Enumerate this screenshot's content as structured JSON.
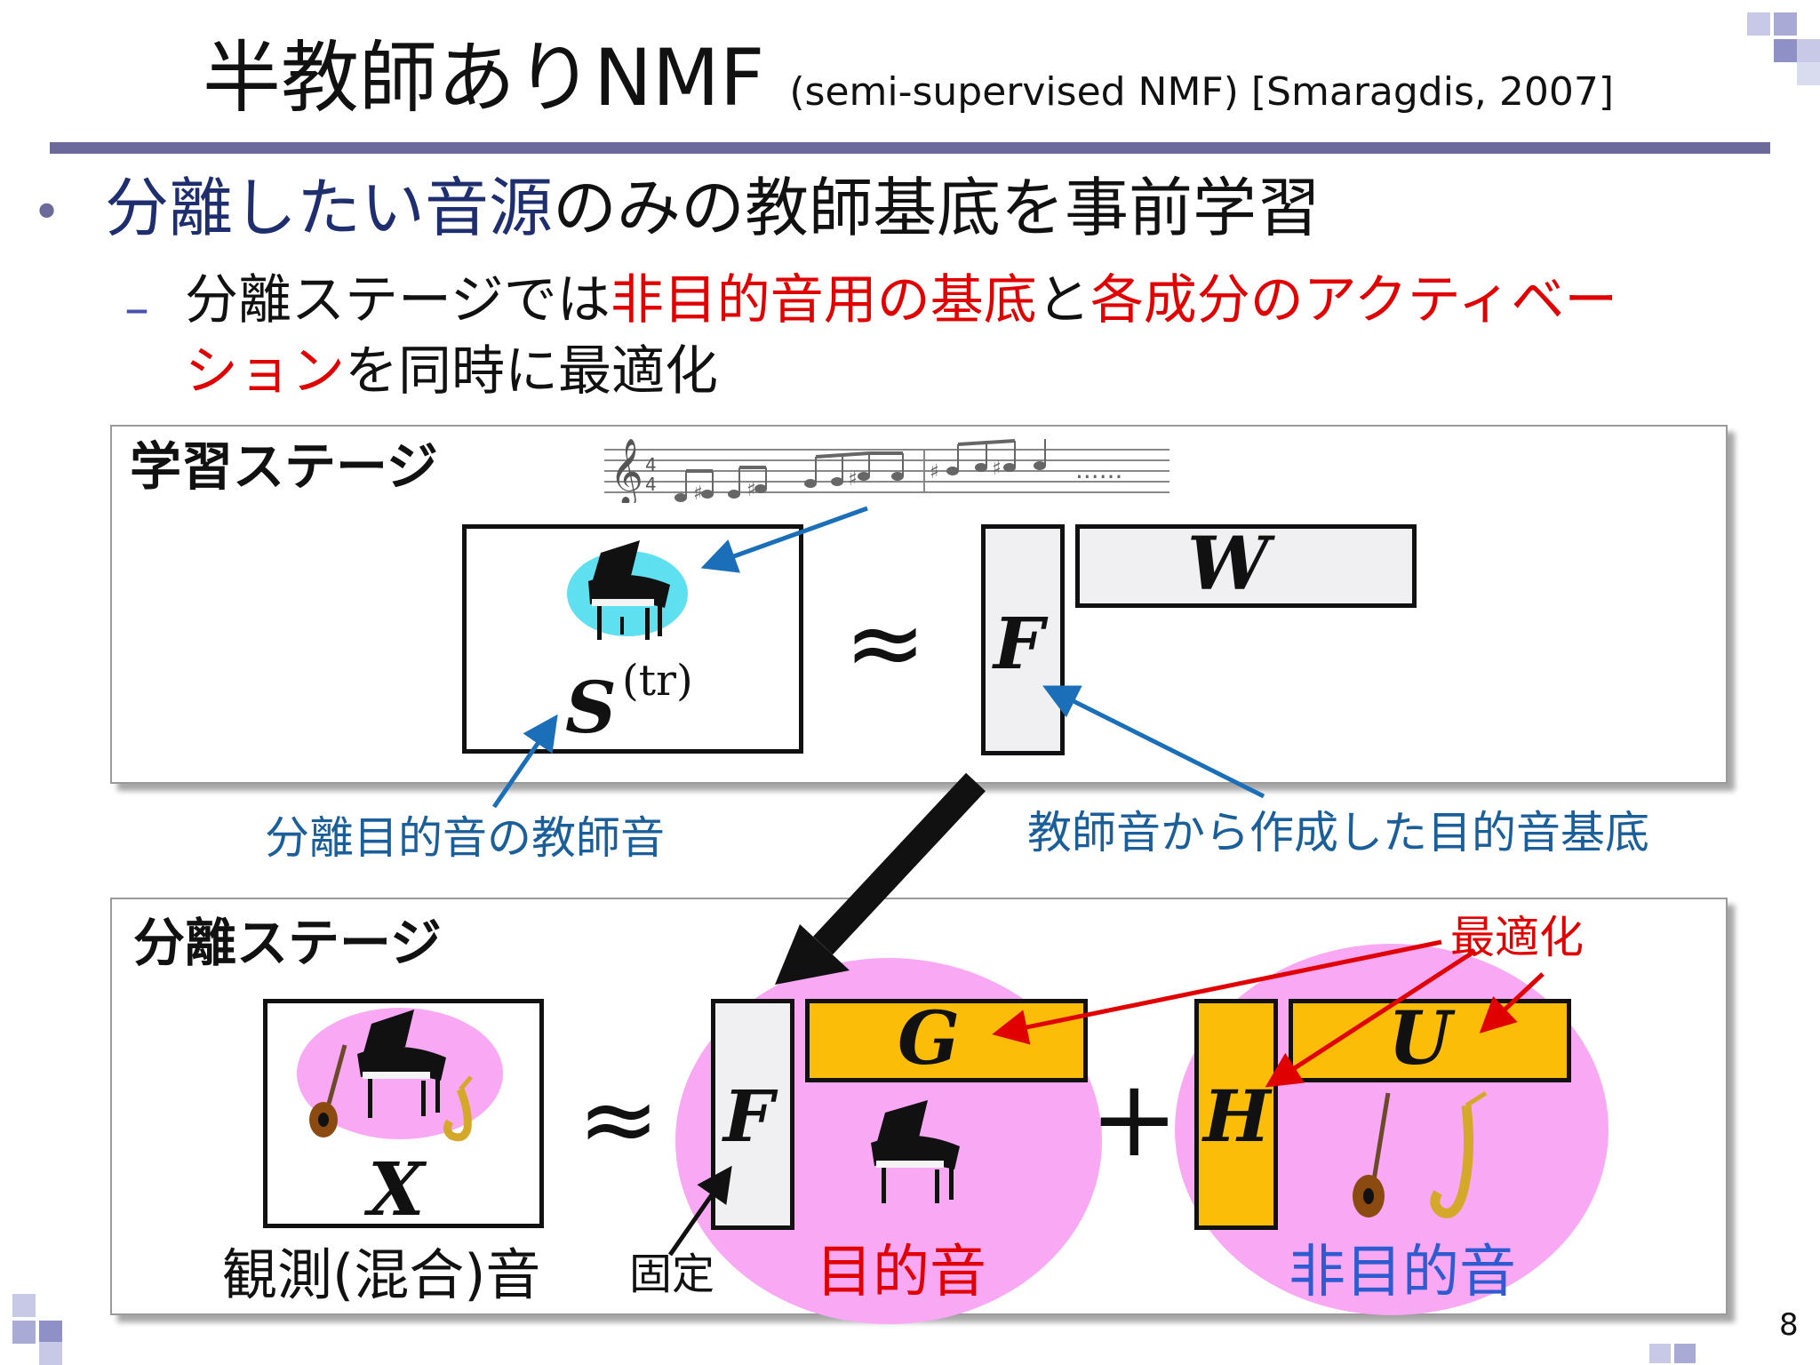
{
  "title": {
    "main": "半教師ありNMF",
    "sub": "(semi-supervised NMF) [Smaragdis, 2007]"
  },
  "bullet": {
    "part1": "分離したい音源",
    "part2": "のみの教師基底を事前学習"
  },
  "subbullet": {
    "dash": "–",
    "line1_a": "分離ステージでは",
    "line1_b": "非目的音用の基底",
    "line1_c": "と",
    "line1_d": "各成分のアクティベー",
    "line2_a": "ション",
    "line2_b": "を同時に最適化"
  },
  "learning_stage": {
    "label": "学習ステージ",
    "dots": "......",
    "S_symbol": "S",
    "S_sup": "(tr)",
    "approx": "≈",
    "F_symbol": "F",
    "W_symbol": "W",
    "caption_left": "分離目的音の教師音",
    "caption_right": "教師音から作成した目的音基底"
  },
  "separation_stage": {
    "label": "分離ステージ",
    "X_symbol": "X",
    "approx": "≈",
    "F_symbol": "F",
    "G_symbol": "G",
    "plus": "+",
    "H_symbol": "H",
    "U_symbol": "U",
    "optimize_label": "最適化",
    "caption_observed": "観測(混合)音",
    "caption_fixed": "固定",
    "caption_target": "目的音",
    "caption_nontarget": "非目的音"
  },
  "page_number": "8",
  "colors": {
    "accent_rule": "#6b6a9a",
    "highlight_blue": "#1f2e6e",
    "highlight_red": "#e00000",
    "caption_blue": "#1a5e9a",
    "arrow_blue": "#1a6fb8",
    "matrix_orange": "#fbbd08",
    "ellipse_pink": "#f9a8f4",
    "ellipse_cyan": "#5fe0f0"
  },
  "icons": [
    "piano-icon",
    "guitar-icon",
    "saxophone-icon",
    "music-staff-icon"
  ]
}
